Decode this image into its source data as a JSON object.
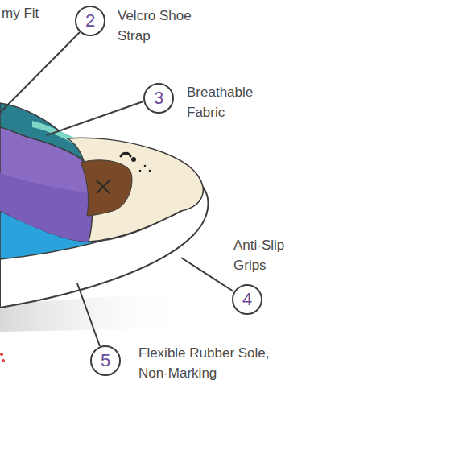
{
  "diagram": {
    "nodes": [
      {
        "text": [
          "2"
        ]
      },
      {
        "text": [
          "3"
        ]
      },
      {
        "text": [
          "4"
        ]
      },
      {
        "text": [
          "5"
        ]
      }
    ],
    "labels": [
      "my Fit",
      "Velcro Shoe Strap",
      "Breathable Fabric",
      "Anti-Slip Grips",
      "Flexible Rubber Sole, Non-Marking"
    ]
  }
}
